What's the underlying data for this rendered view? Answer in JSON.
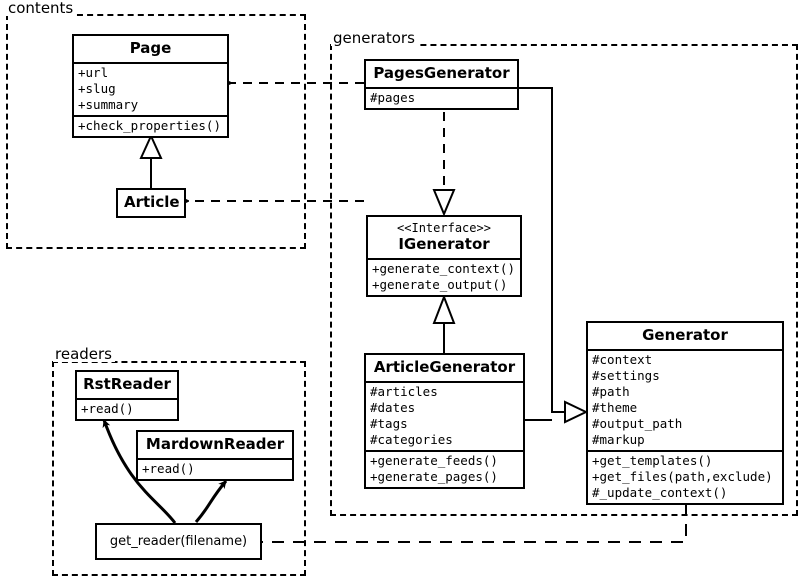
{
  "diagram": {
    "type": "uml-class-diagram",
    "packages": [
      {
        "id": "contents",
        "label": "contents"
      },
      {
        "id": "generators",
        "label": "generators"
      },
      {
        "id": "readers",
        "label": "readers"
      }
    ],
    "classes": [
      {
        "id": "page",
        "name": "Page",
        "stereotype": "",
        "attributes": [
          "+url",
          "+slug",
          "+summary"
        ],
        "methods": [
          "+check_properties()"
        ]
      },
      {
        "id": "article",
        "name": "Article",
        "stereotype": "",
        "attributes": [],
        "methods": []
      },
      {
        "id": "pages-generator",
        "name": "PagesGenerator",
        "stereotype": "",
        "attributes": [
          "#pages"
        ],
        "methods": []
      },
      {
        "id": "igenerator",
        "name": "IGenerator",
        "stereotype": "<<Interface>>",
        "attributes": [],
        "methods": [
          "+generate_context()",
          "+generate_output()"
        ]
      },
      {
        "id": "article-generator",
        "name": "ArticleGenerator",
        "stereotype": "",
        "attributes": [
          "#articles",
          "#dates",
          "#tags",
          "#categories"
        ],
        "methods": [
          "+generate_feeds()",
          "+generate_pages()"
        ]
      },
      {
        "id": "generator",
        "name": "Generator",
        "stereotype": "",
        "attributes": [
          "#context",
          "#settings",
          "#path",
          "#theme",
          "#output_path",
          "#markup"
        ],
        "methods": [
          "+get_templates()",
          "+get_files(path,exclude)",
          "#_update_context()"
        ]
      },
      {
        "id": "rst-reader",
        "name": "RstReader",
        "stereotype": "",
        "attributes": [],
        "methods": [
          "+read()"
        ]
      },
      {
        "id": "mardown-reader",
        "name": "MardownReader",
        "stereotype": "",
        "attributes": [],
        "methods": [
          "+read()"
        ]
      }
    ],
    "functions": [
      {
        "id": "get-reader",
        "label": "get_reader(filename)"
      }
    ],
    "relations": [
      {
        "from": "article",
        "to": "page",
        "kind": "generalization"
      },
      {
        "from": "pages-generator",
        "to": "igenerator",
        "kind": "realization"
      },
      {
        "from": "article-generator",
        "to": "igenerator",
        "kind": "generalization"
      },
      {
        "from": "pages-generator",
        "to": "generator",
        "kind": "generalization"
      },
      {
        "from": "article-generator",
        "to": "generator",
        "kind": "generalization"
      },
      {
        "from": "pages-generator",
        "to": "page",
        "kind": "dependency"
      },
      {
        "from": "article-generator",
        "to": "article",
        "kind": "dependency"
      },
      {
        "from": "generator",
        "to": "get-reader",
        "kind": "dependency"
      },
      {
        "from": "get-reader",
        "to": "rst-reader",
        "kind": "dependency"
      },
      {
        "from": "get-reader",
        "to": "mardown-reader",
        "kind": "dependency"
      }
    ],
    "colors": {
      "stroke": "#000000",
      "background": "#ffffff"
    }
  }
}
